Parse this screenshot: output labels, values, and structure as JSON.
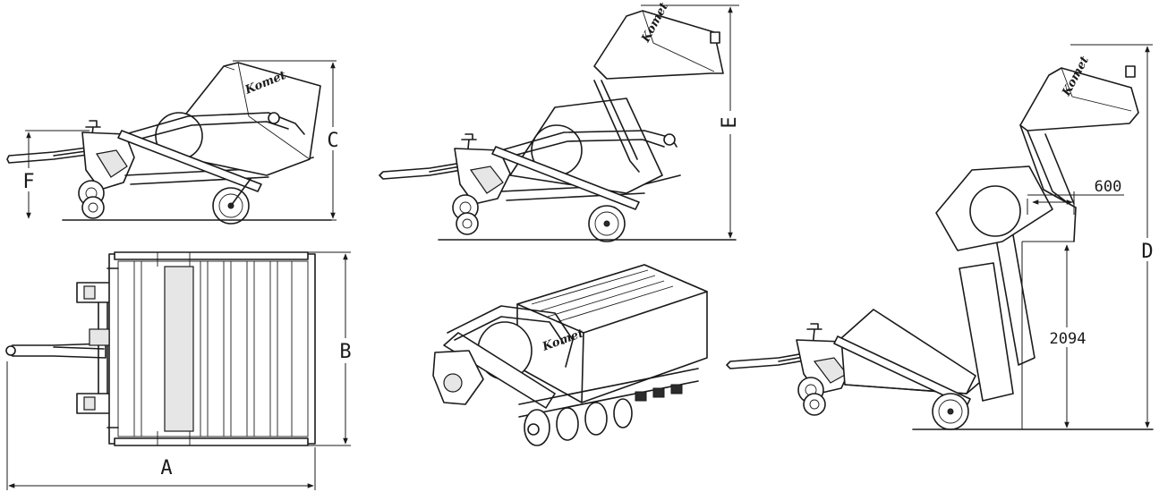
{
  "brand": "Komet",
  "dimensions": {
    "a": "A",
    "b": "B",
    "c": "C",
    "d": "D",
    "e": "E",
    "f": "F",
    "dump_reach": "600",
    "dump_height": "2094"
  },
  "colors": {
    "line": "#1a1a1a",
    "background": "#ffffff"
  }
}
